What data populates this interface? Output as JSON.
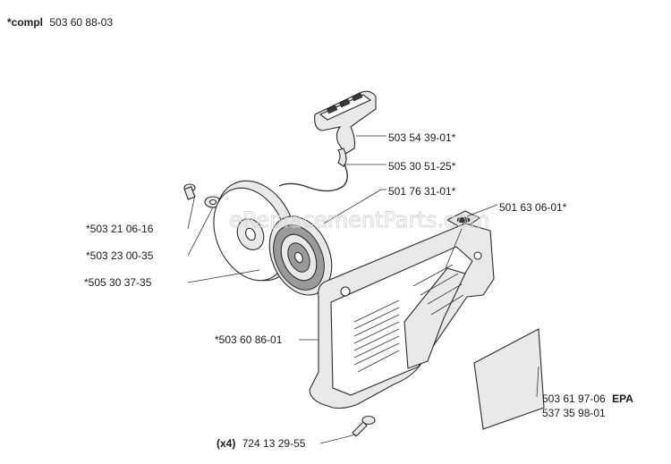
{
  "header": {
    "prefix": "*compl",
    "number": "503 60 88-03"
  },
  "watermark": "eReplacementParts.com",
  "callouts": {
    "handle": "503 54 39-01*",
    "rope": "505 30 51-25*",
    "spring": "501 76 31-01*",
    "guide": "501 63 06-01*",
    "screw": "*503 21 06-16",
    "washer": "*503 23 00-35",
    "pulley": "*505 30 37-35",
    "cover": "*503 60 86-01",
    "decal_number": "503 61 97-06",
    "decal_tag": "EPA",
    "decal_number_2": "537 35 98-01",
    "bolts_qty": "(x4)",
    "bolts_number": "724 13 29-55"
  }
}
